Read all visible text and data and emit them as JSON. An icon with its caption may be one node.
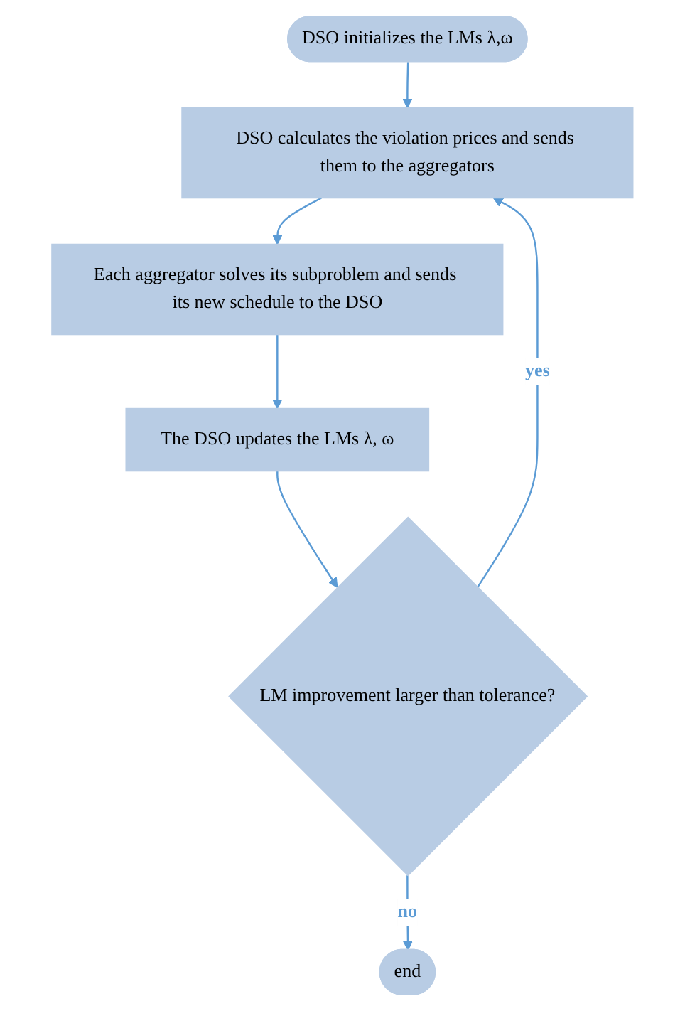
{
  "diagram": {
    "nodes": [
      {
        "text": [
          "DSO initializes the LMs λ,ω"
        ]
      },
      {
        "text": [
          "DSO calculates the violation prices and sends them to the aggregators"
        ]
      },
      {
        "text": [
          "Each aggregator solves its subproblem and sends its new schedule to the DSO"
        ]
      },
      {
        "text": [
          "The DSO updates the LMs λ, ω"
        ]
      },
      {
        "text": [
          "LM improvement larger than tolerance?"
        ]
      },
      {
        "text": [
          "end"
        ]
      }
    ],
    "edges": [
      {
        "from": 0,
        "to": 1,
        "arrow": "to"
      },
      {
        "from": 1,
        "to": 2,
        "arrow": "to"
      },
      {
        "from": 2,
        "to": 3,
        "arrow": "to"
      },
      {
        "from": 3,
        "to": 4,
        "arrow": "to"
      },
      {
        "from": 4,
        "to": 1,
        "arrow": "to",
        "label": "yes"
      },
      {
        "from": 4,
        "to": 5,
        "arrow": "to",
        "label": "no"
      }
    ]
  }
}
